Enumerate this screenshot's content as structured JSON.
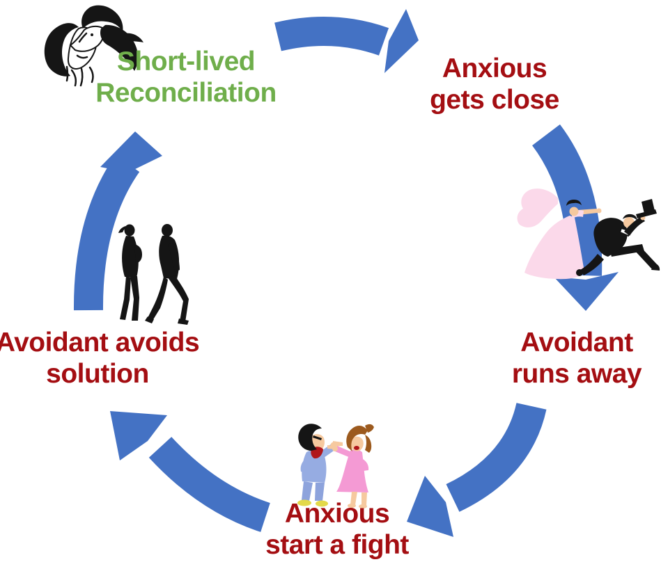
{
  "colors": {
    "background": "#FFFFFF",
    "arrow-blue": "#4472C4",
    "green-text": "#6FAE4B",
    "red-text": "#A40E12",
    "ink": "#151515",
    "paper": "#FFFFFF",
    "skin": "#F6C99F",
    "bride-pink": "#FBD9EA",
    "dress-pink": "#F49AD4",
    "pajama-blue": "#96ACE2",
    "pajama-blue-dark": "#8DA3DC",
    "hair-brown": "#9C5A1E",
    "slipper-yellow": "#E3D94A",
    "mouth-red": "#B0161B"
  },
  "cycle": {
    "nodes": [
      {
        "id": "short_lived_reconciliation",
        "line1": "Short-lived",
        "line2": "Reconciliation",
        "color_role": "green",
        "icon": "kissing-couple"
      },
      {
        "id": "anxious_gets_close",
        "line1": "Anxious",
        "line2": "gets close",
        "color_role": "red",
        "icon": ""
      },
      {
        "id": "avoidant_runs_away",
        "line1": "Avoidant",
        "line2": "runs away",
        "color_role": "red",
        "icon": "bride-chasing-groom"
      },
      {
        "id": "anxious_start_a_fight",
        "line1": "Anxious",
        "line2": "start a fight",
        "color_role": "red",
        "icon": "arguing-couple"
      },
      {
        "id": "avoidant_avoids_solution",
        "line1": "Avoidant avoids",
        "line2": "solution",
        "color_role": "red",
        "icon": "walking-away-couple"
      }
    ],
    "edges": [
      {
        "from": "short_lived_reconciliation",
        "to": "anxious_gets_close"
      },
      {
        "from": "anxious_gets_close",
        "to": "avoidant_runs_away"
      },
      {
        "from": "avoidant_runs_away",
        "to": "anxious_start_a_fight"
      },
      {
        "from": "anxious_start_a_fight",
        "to": "avoidant_avoids_solution"
      },
      {
        "from": "avoidant_avoids_solution",
        "to": "short_lived_reconciliation"
      }
    ]
  }
}
